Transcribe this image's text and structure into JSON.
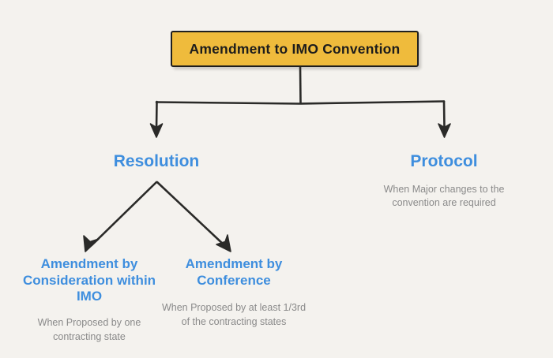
{
  "diagram": {
    "background_color": "#f4f2ee",
    "root": {
      "label": "Amendment to IMO Convention",
      "fill_color": "#efbb3c",
      "border_color": "#1f1f1f"
    },
    "accent_color": "#3e8ede",
    "caption_color": "#8a8a8a",
    "connector_color": "#2a2a28",
    "nodes": {
      "resolution": {
        "title": "Resolution",
        "caption": ""
      },
      "protocol": {
        "title": "Protocol",
        "caption": "When Major changes to the convention are required"
      },
      "consideration": {
        "title": "Amendment by Consideration within IMO",
        "caption": "When Proposed by one contracting state"
      },
      "conference": {
        "title": "Amendment by Conference",
        "caption": "When Proposed by at least 1/3rd of the contracting states"
      }
    }
  }
}
